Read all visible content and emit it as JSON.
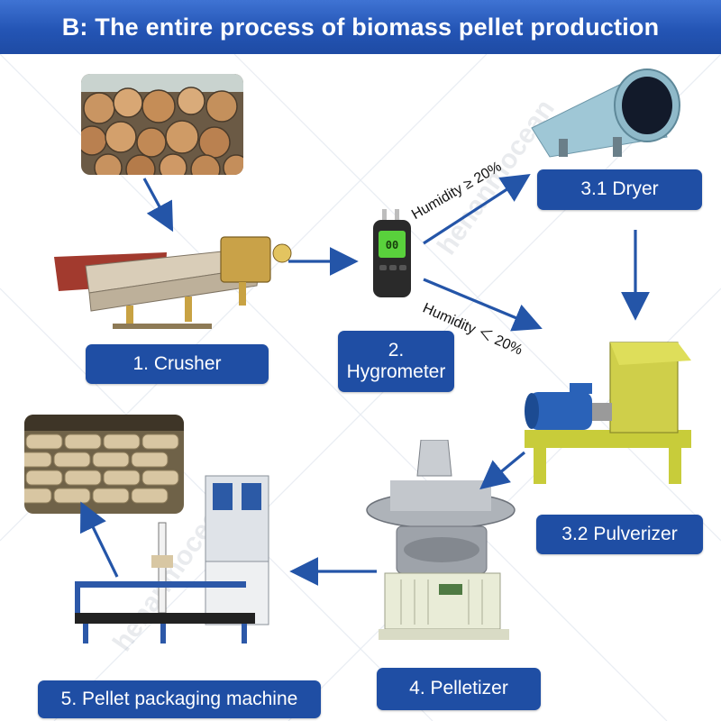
{
  "title": "B: The entire process of biomass pellet production",
  "steps": {
    "crusher": "1. Crusher",
    "hygrometer_line1": "2.",
    "hygrometer_line2": "Hygrometer",
    "dryer": "3.1 Dryer",
    "pulverizer": "3.2 Pulverizer",
    "pelletizer": "4. Pelletizer",
    "packaging": "5. Pellet packaging machine"
  },
  "conditions": {
    "high": "Humidity ≥ 20%",
    "low": "Humidity ＜ 20%"
  },
  "hygrometer_display": "00",
  "watermark": "henanmocean",
  "colors": {
    "header": "#2455b5",
    "label": "#1f4ea4",
    "arrow": "#2455a8"
  }
}
